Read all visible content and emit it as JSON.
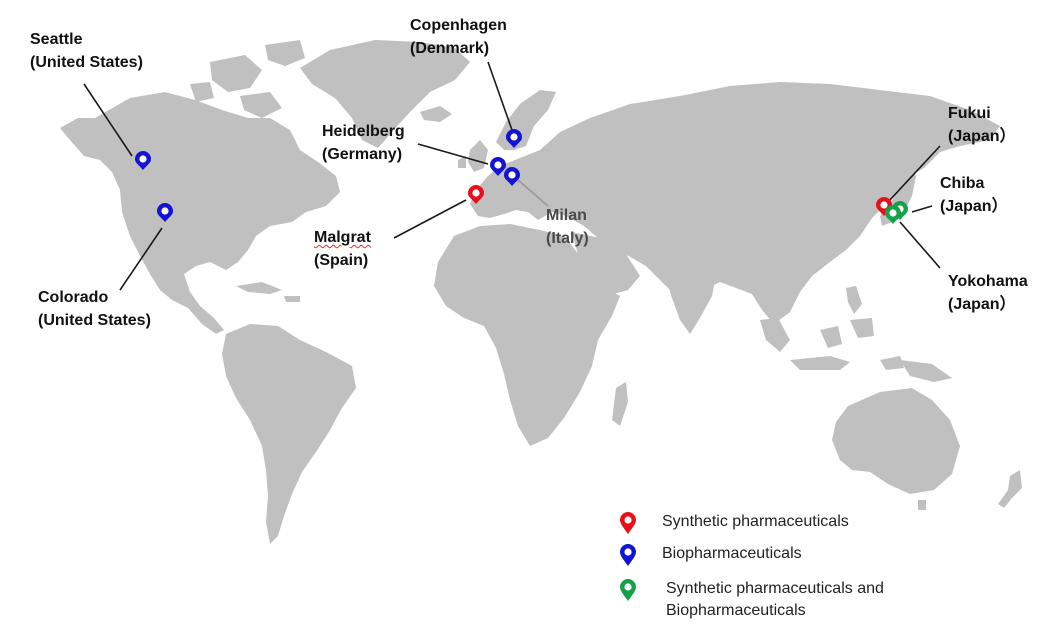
{
  "colors": {
    "synthetic": "#e8111a",
    "bio": "#1313d6",
    "both": "#15a04a",
    "land": "#c0c0c0"
  },
  "sites": {
    "seattle": {
      "city": "Seattle",
      "country": "(United States)",
      "category": "bio"
    },
    "colorado": {
      "city": "Colorado",
      "country": "(United States)",
      "category": "bio"
    },
    "copenhagen": {
      "city": "Copenhagen",
      "country": "(Denmark)",
      "category": "bio"
    },
    "heidelberg": {
      "city": "Heidelberg",
      "country": "(Germany)",
      "category": "bio"
    },
    "milan": {
      "city": "Milan",
      "country": "(Italy)",
      "category": "bio"
    },
    "malgrat": {
      "city": "Malgrat",
      "country": "(Spain)",
      "category": "synthetic"
    },
    "fukui": {
      "city": "Fukui",
      "country": "(Japan）",
      "category": "synthetic"
    },
    "chiba": {
      "city": "Chiba",
      "country": "(Japan）",
      "category": "both"
    },
    "yokohama": {
      "city": "Yokohama",
      "country": "(Japan）",
      "category": "both"
    }
  },
  "legend": {
    "synthetic": "Synthetic pharmaceuticals",
    "bio": "Biopharmaceuticals",
    "both_line1": "Synthetic pharmaceuticals and",
    "both_line2": "Biopharmaceuticals"
  }
}
